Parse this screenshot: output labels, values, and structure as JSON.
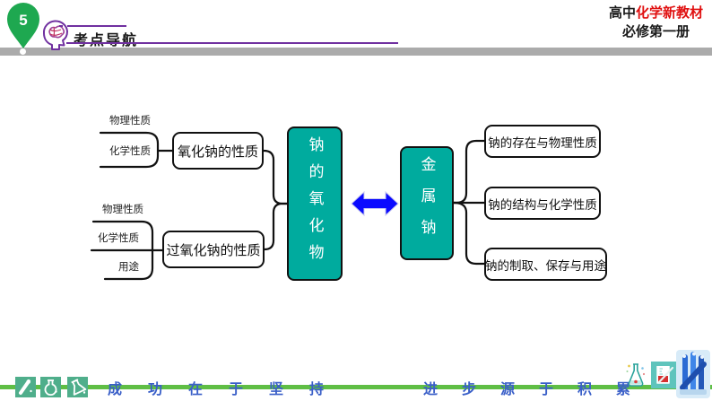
{
  "page_number": "5",
  "header": {
    "title": "考点导航"
  },
  "edition": {
    "prefix": "高中",
    "highlight": "化学新教材",
    "line2": "必修第一册"
  },
  "mindmap": {
    "center_left": "钠的氧化物",
    "center_right": "金属钠",
    "oxide_node": "氧化钠的性质",
    "oxide_leaves": [
      "物理性质",
      "化学性质"
    ],
    "peroxide_node": "过氧化钠的性质",
    "peroxide_leaves": [
      "物理性质",
      "化学性质",
      "用途"
    ],
    "sodium_branches": [
      "钠的存在与物理性质",
      "钠的结构与化学性质",
      "钠的制取、保存与用途"
    ]
  },
  "footer": {
    "motto_left": "成功在于坚持",
    "motto_right": "进步源于积累"
  },
  "icons": [
    "brain-head-icon",
    "page-pin",
    "test-tube-icon",
    "round-flask-icon",
    "erlenmeyer-icon",
    "double-arrow-icon",
    "flask-sparkle-icon",
    "beaker-icon",
    "test-tubes-image"
  ],
  "colors": {
    "teal": "#00AB9E",
    "arrow_blue": "#0a0aff",
    "pin_green": "#1EA850",
    "purple": "#7030A0",
    "footer_green": "#5fbe45",
    "motto_blue": "#3A5FC8",
    "edition_red": "#e01010",
    "gray_bar": "#ababab",
    "icon_square": "#4FAE8B"
  }
}
